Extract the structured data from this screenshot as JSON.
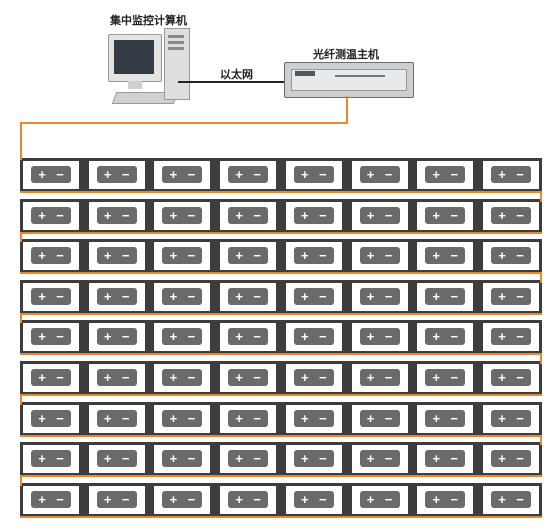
{
  "labels": {
    "computer": "集中监控计算机",
    "host": "光纤测温主机",
    "ethernet": "以太网"
  },
  "devices": {
    "computer_icon": "desktop-computer-icon",
    "host_icon": "rack-host-icon"
  },
  "battery": {
    "rows": 9,
    "cols": 8,
    "positive": "+",
    "negative": "−"
  },
  "colors": {
    "fiber": "#e8882d",
    "frame": "#3d3d3d",
    "terminal": "#6a6a6a"
  }
}
